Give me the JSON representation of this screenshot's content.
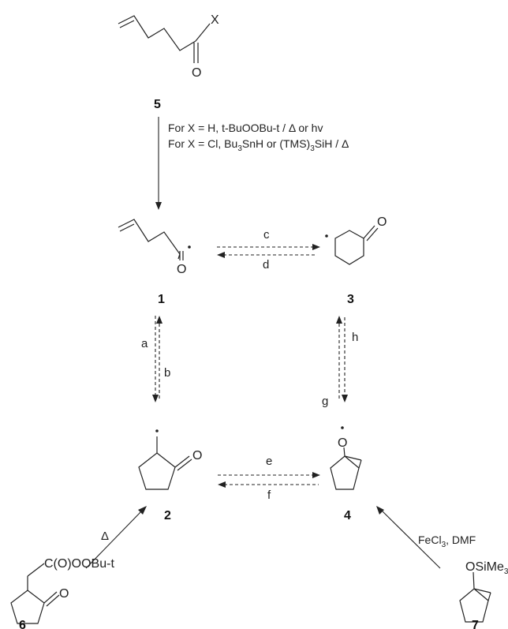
{
  "compounds": {
    "c5": {
      "number": "5",
      "substituent": "X",
      "oxygen": "O"
    },
    "c1": {
      "number": "1",
      "oxygen": "O"
    },
    "c3": {
      "number": "3",
      "oxygen": "O"
    },
    "c2": {
      "number": "2",
      "oxygen": "O"
    },
    "c4": {
      "number": "4",
      "oxygen": "O"
    },
    "c6": {
      "number": "6",
      "substituent": "C(O)OOBu-t",
      "oxygen": "O"
    },
    "c7": {
      "number": "7",
      "substituent_main": "OSiMe",
      "substituent_sub": "3"
    }
  },
  "conditions": {
    "line1_a": "For X = H, t-BuOOBu-t / ",
    "line1_b": "Δ or hv",
    "line2_a": "For X = Cl, Bu",
    "line2_sub1": "3",
    "line2_b": "SnH or (TMS)",
    "line2_sub2": "3",
    "line2_c": "SiH / Δ",
    "delta": "Δ",
    "fecl3_a": "FeCl",
    "fecl3_sub": "3",
    "fecl3_b": ", DMF"
  },
  "arrow_labels": {
    "c": "c",
    "d": "d",
    "a": "a",
    "b": "b",
    "e": "e",
    "f": "f",
    "g": "g",
    "h": "h"
  }
}
